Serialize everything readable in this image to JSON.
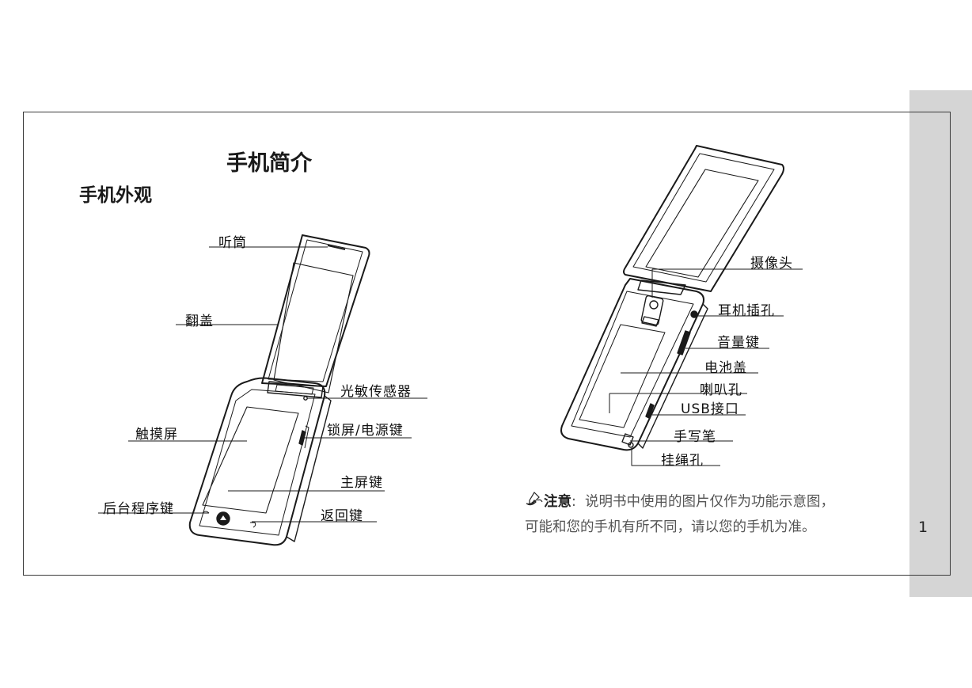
{
  "page": {
    "number": "1"
  },
  "heading": {
    "title": "手机简介",
    "section": "手机外观"
  },
  "closed_phone_labels": {
    "earpiece": "听筒",
    "flip_cover": "翻盖",
    "light_sensor": "光敏传感器",
    "touchscreen": "触摸屏",
    "lock_power_key": "锁屏/电源键",
    "home_key": "主屏键",
    "background_key": "后台程序键",
    "back_key": "返回键"
  },
  "open_phone_labels": {
    "camera": "摄像头",
    "headphone_jack": "耳机插孔",
    "volume_key": "音量键",
    "battery_cover": "电池盖",
    "speaker_hole": "喇叭孔",
    "usb_port": "USB接口",
    "stylus": "手写笔",
    "lanyard_hole": "挂绳孔"
  },
  "note": {
    "keyword": "注意",
    "separator": ":",
    "line1": "说明书中使用的图片仅作为功能示意图，",
    "line2": "可能和您的手机有所不同，请以您的手机为准。"
  },
  "colors": {
    "tab": "#d5d5d5",
    "frame": "#3a3a3a",
    "note_text": "#555555"
  },
  "icons": {
    "note": "pencil-note-icon"
  }
}
